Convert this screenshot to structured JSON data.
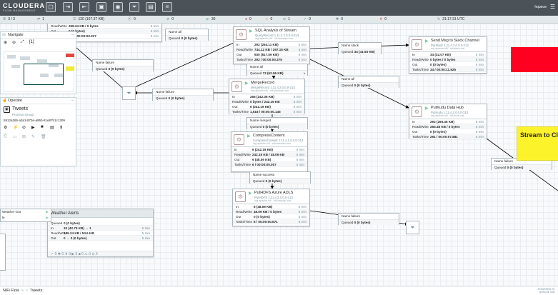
{
  "header": {
    "brand": "CLOUDERA",
    "subtitle": "FLOW MANAGEMENT",
    "user": "hqueue",
    "toolbar_icons": [
      "processor-icon",
      "input-port-icon",
      "output-port-icon",
      "process-group-icon",
      "remote-process-group-icon",
      "funnel-icon",
      "template-icon",
      "label-icon"
    ]
  },
  "status": {
    "threads": "3 / 3",
    "transmitting": "1",
    "queued": "120 (107.37 KB)",
    "remote_transmitting": "0",
    "remote_not_transmitting": "0",
    "running": "30",
    "stopped": "0",
    "invalid": "0",
    "disabled": "1",
    "up_to_date": "0",
    "locally_modified": "0",
    "stale": "0",
    "last_refresh": "21:17:31 UTC"
  },
  "navigate": {
    "title": "Navigate"
  },
  "operate": {
    "title": "Operate",
    "name": "Tweets",
    "type": "Process Group",
    "id": "5912a265-a3a1-873e-a95b-81e87b1c1309"
  },
  "processors": [
    {
      "name": "SQL Analysis of Stream",
      "type": "QueryRecord 1.11.4.2.0.0.0-213",
      "bundle": "org.apache.nifi - nifi-standard-nar",
      "rows": [
        {
          "k": "In",
          "v": "292 (264.11 KB)",
          "t": "5 min"
        },
        {
          "k": "Read/Write",
          "v": "744.12 KB / 267.15 KB",
          "t": "5 min"
        },
        {
          "k": "Out",
          "v": "930 (817.59 KB)",
          "t": "5 min"
        },
        {
          "k": "Tasks/Time",
          "v": "292 / 00:00:00.375",
          "t": "5 min"
        }
      ]
    },
    {
      "name": "Send Msg to Slack Channel",
      "type": "PutSlack 1.11.4.2.0.0.0-213",
      "bundle": "org.apache.nifi - nifi-slack-nar",
      "rows": [
        {
          "k": "In",
          "v": "34 (32.07 KB)",
          "t": "5 min"
        },
        {
          "k": "Read/Write",
          "v": "0 bytes / 0 bytes",
          "t": "5 min"
        },
        {
          "k": "Out",
          "v": "0 (0 bytes)",
          "t": "5 min"
        },
        {
          "k": "Tasks/Time",
          "v": "34 / 00:00:11.925",
          "t": "5 min"
        }
      ]
    },
    {
      "name": "MergeRecord",
      "type": "MergeRecord 1.11.4.2.0.0.0-213",
      "bundle": "org.apache.nifi - nifi-standard-nar",
      "rows": [
        {
          "k": "In",
          "v": "266 (242.36 KB)",
          "t": "5 min"
        },
        {
          "k": "Read/Write",
          "v": "0 bytes / 242.19 KB",
          "t": "5 min"
        },
        {
          "k": "Out",
          "v": "6 (242.19 KB)",
          "t": "5 min"
        },
        {
          "k": "Tasks/Time",
          "v": "1,518 / 00:00:00.145",
          "t": "5 min"
        }
      ]
    },
    {
      "name": "PutKudu Data Hub",
      "type": "PutKudu 1.11.4.2.0.0.0-213",
      "bundle": "org.apache.nifi - nifi-kudu-nar",
      "rows": [
        {
          "k": "In",
          "v": "292 (265.45 KB)",
          "t": "5 min"
        },
        {
          "k": "Read/Write",
          "v": "265.48 KB / 0 bytes",
          "t": "5 min"
        },
        {
          "k": "Out",
          "v": "0 (0 bytes)",
          "t": "5 min"
        },
        {
          "k": "Tasks/Time",
          "v": "291 / 00:00:07.881",
          "t": "5 min"
        }
      ]
    },
    {
      "name": "CompressContent",
      "type": "CompressContent 1.11.4.2.0.0.0-213",
      "bundle": "org.apache.nifi - nifi-standard-nar",
      "rows": [
        {
          "k": "In",
          "v": "6 (242.19 KB)",
          "t": "5 min"
        },
        {
          "k": "Read/Write",
          "v": "242.19 KB / 48.09 KB",
          "t": "5 min"
        },
        {
          "k": "Out",
          "v": "6 (48.09 KB)",
          "t": "5 min"
        },
        {
          "k": "Tasks/Time",
          "v": "6 / 00:00:00.007",
          "t": "5 min"
        }
      ]
    },
    {
      "name": "PutHDFS Azure ADLS",
      "type": "PutHDFS 1.11.4.2.0.0.0-213",
      "bundle": "org.apache.nifi - nifi-hadoop-nar",
      "rows": [
        {
          "k": "In",
          "v": "6 (48.09 KB)",
          "t": "5 min"
        },
        {
          "k": "Read/Write",
          "v": "48.09 KB / 0 bytes",
          "t": "5 min"
        },
        {
          "k": "Out",
          "v": "0 (0 bytes)",
          "t": "5 min"
        },
        {
          "k": "Tasks/Time",
          "v": "6 / 00:00:00.671",
          "t": "5 min"
        }
      ]
    }
  ],
  "partial_processor": {
    "rows": [
      {
        "k": "Read/Write",
        "v": "268.24 KB / 0 bytes",
        "t": "5 min"
      },
      {
        "k": "Out",
        "v": "0 (0 bytes)",
        "t": "5 min"
      },
      {
        "k": "Tasks/Time",
        "v": "295 / 00:00:00.327",
        "t": "5 min"
      }
    ]
  },
  "connections": [
    {
      "name": "Name  all",
      "queued_label": "Queued",
      "queued": "0 (0 bytes)"
    },
    {
      "name": "Name  slack",
      "queued_label": "Queued",
      "queued": "34 (41.93 KB)"
    },
    {
      "name": "Name  failure",
      "queued_label": "Queued",
      "queued": "0 (0 bytes)"
    },
    {
      "name": "Name  all",
      "queued_label": "Queued",
      "queued": "72 (62.56 KB)"
    },
    {
      "name": "Name  failure",
      "queued_label": "Queued",
      "queued": "0 (0 bytes)"
    },
    {
      "name": "Name  all",
      "queued_label": "Queued",
      "queued": "0 (0 bytes)"
    },
    {
      "name": "Name  merged",
      "queued_label": "Queued",
      "queued": "0 (0 bytes)"
    },
    {
      "name": "Name  success",
      "queued_label": "Queued",
      "queued": "0 (0 bytes)"
    },
    {
      "name": "Name  failure",
      "queued_label": "Queued",
      "queued": "0 (0 bytes)"
    },
    {
      "name": "Name  failure",
      "queued_label": "Queued",
      "queued": "0 (0 bytes)"
    }
  ],
  "process_group": {
    "name": "Weather Alerts",
    "rows": [
      {
        "k": "Queued",
        "v": "0 (0 bytes)",
        "t": ""
      },
      {
        "k": "In",
        "v": "33 (42.75 KB) → 1",
        "t": "5 min"
      },
      {
        "k": "Read/Write",
        "v": "139.24 KB / 53.6 KB",
        "t": "5 min"
      },
      {
        "k": "Out",
        "v": "0 → 0 (0 bytes)",
        "t": "5 min"
      }
    ]
  },
  "weather_out": {
    "name": "Weather Out",
    "line2": "le"
  },
  "labels": {
    "stream": "Stream to Clo"
  },
  "breadcrumbs": [
    "NiFi Flow",
    "Tweets"
  ],
  "powered_by": [
    "POWERED BY",
    "APACHE NIFI"
  ],
  "colors": {
    "header": "#4b5359",
    "accent": "#728e9b",
    "running": "#7dc7a0",
    "label_red": "#ff0021",
    "label_yellow": "#fdf32a"
  }
}
